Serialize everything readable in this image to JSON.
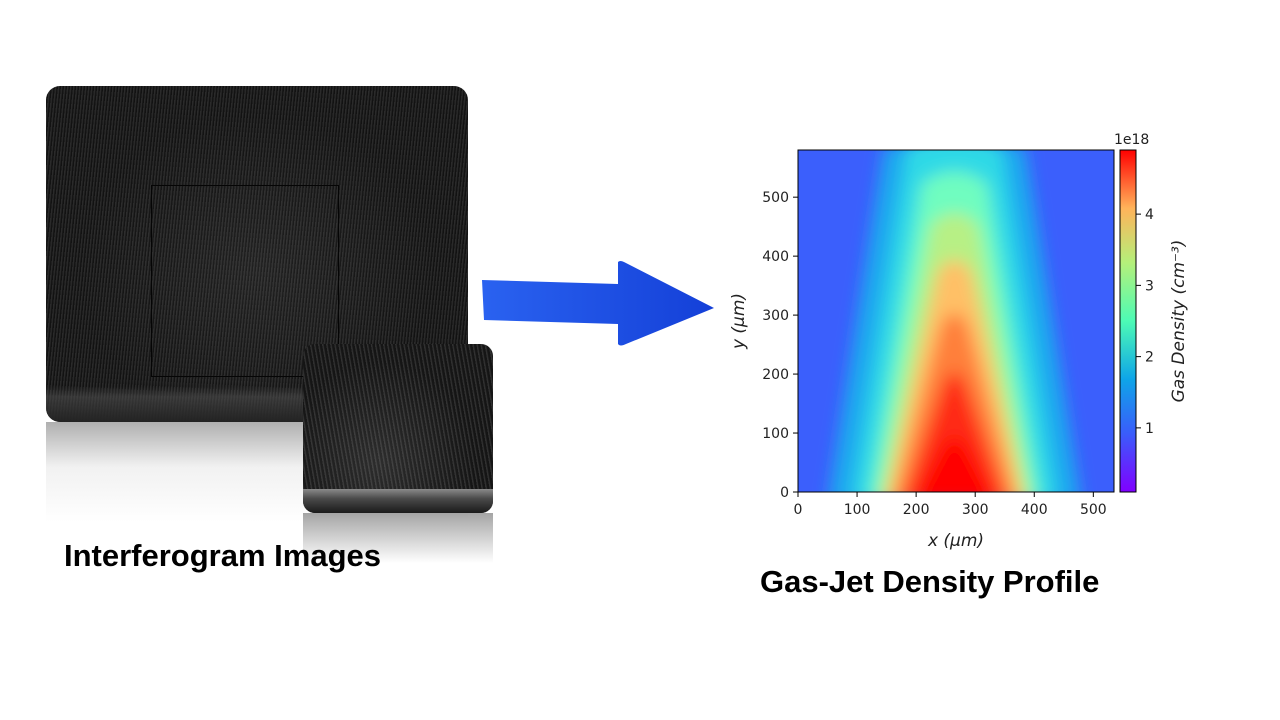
{
  "captions": {
    "left": "Interferogram Images",
    "right": "Gas-Jet Density Profile"
  },
  "arrow_color": "#1a4fe6",
  "chart_data": {
    "type": "heatmap",
    "title": "",
    "xlabel": "x (μm)",
    "ylabel": "y (μm)",
    "xlim": [
      0,
      535
    ],
    "ylim": [
      0,
      580
    ],
    "xticks": [
      0,
      100,
      200,
      300,
      400,
      500
    ],
    "yticks": [
      0,
      100,
      200,
      300,
      400,
      500
    ],
    "colormap": "rainbow",
    "colorbar": {
      "label": "Gas Density (cm⁻³)",
      "multiplier": "1e18",
      "min": 0.1,
      "max": 4.9,
      "ticks": [
        1,
        2,
        3,
        4
      ]
    },
    "peak": {
      "x": 265,
      "y": 0,
      "value": 4.9
    },
    "grid": false
  }
}
